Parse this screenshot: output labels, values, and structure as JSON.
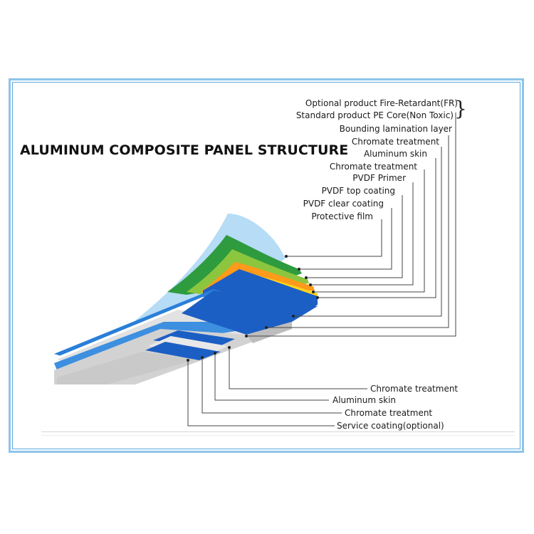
{
  "title": "ALUMINUM COMPOSITE PANEL STRUCTURE",
  "top_labels": [
    "Optional product Fire-Retardant(FR)",
    "Standard product PE Core(Non Toxic)",
    "Bounding lamination layer",
    "Chromate treatment",
    "Aluminum  skin",
    "Chromate treatment",
    "PVDF Primer",
    "PVDF top coating",
    "PVDF clear coating",
    "Protective film"
  ],
  "bottom_labels": [
    "Chromate treatment",
    "Aluminum  skin",
    "Chromate treatment",
    "Service coating(optional)"
  ],
  "colors": {
    "frame": "#8ec4ea",
    "protective_film": "#a9d6f5",
    "clear_coat": "#2e9b3e",
    "top_coat": "#8cc63e",
    "primer": "#ff9a1a",
    "chromate": "#ffd51e",
    "aluminum_skin": "#1c5fc4",
    "core": "#d4d4d4",
    "leader_line": "#444444"
  }
}
